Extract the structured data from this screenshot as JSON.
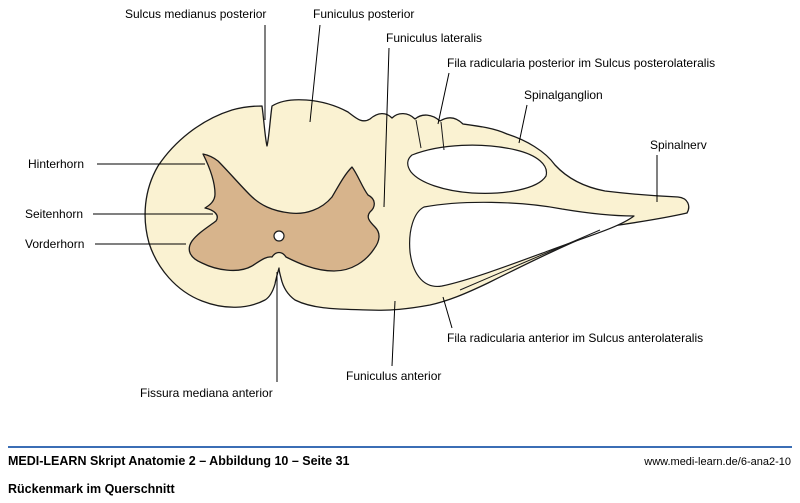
{
  "diagram": {
    "labels": {
      "sulcus_medianus_posterior": "Sulcus medianus posterior",
      "funiculus_posterior": "Funiculus posterior",
      "funiculus_lateralis": "Funiculus lateralis",
      "fila_radicularia_posterior": "Fila radicularia posterior im Sulcus posterolateralis",
      "spinalganglion": "Spinalganglion",
      "spinalnerv": "Spinalnerv",
      "hinterhorn": "Hinterhorn",
      "seitenhorn": "Seitenhorn",
      "vorderhorn": "Vorderhorn",
      "fissura_mediana_anterior": "Fissura mediana anterior",
      "funiculus_anterior": "Funiculus anterior",
      "fila_radicularia_anterior": "Fila radicularia anterior im Sulcus anterolateralis"
    },
    "colors": {
      "white_matter": "#FAF2D2",
      "gray_matter": "#D7B48C",
      "outline": "#1a1a1a"
    }
  },
  "footer": {
    "source_line": "MEDI-LEARN Skript Anatomie 2 – Abbildung 10 – Seite 31",
    "caption": "Rückenmark im Querschnitt",
    "url": "www.medi-learn.de/6-ana2-10",
    "rule_color": "#3b6eb5"
  }
}
